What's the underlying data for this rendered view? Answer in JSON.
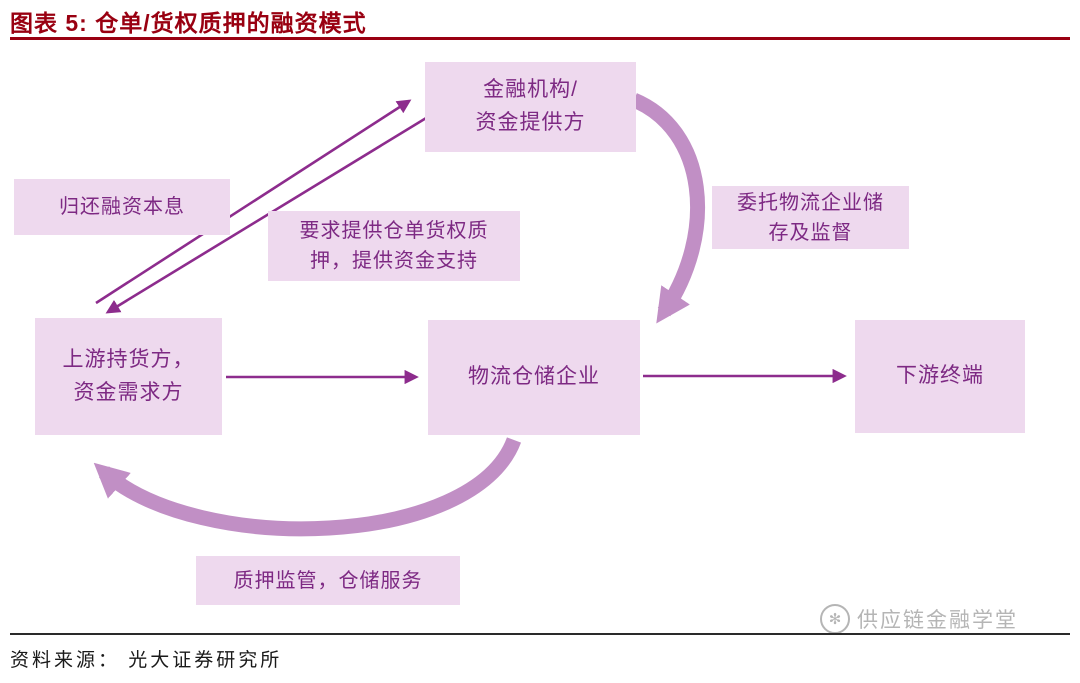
{
  "title": "图表 5: 仓单/货权质押的融资模式",
  "nodes": {
    "finance": {
      "line1": "金融机构/",
      "line2": "资金提供方"
    },
    "upstream": {
      "line1": "上游持货方，",
      "line2": "资金需求方"
    },
    "logistics": {
      "label": "物流仓储企业"
    },
    "downstream": {
      "label": "下游终端"
    }
  },
  "edge_labels": {
    "repay": "归还融资本息",
    "pledge": {
      "line1": "要求提供仓单货权质",
      "line2": "押，提供资金支持"
    },
    "entrust": {
      "line1": "委托物流企业储",
      "line2": "存及监督"
    },
    "supervise": "质押监管，仓储服务"
  },
  "edges": [
    {
      "from": "上游持货方，资金需求方",
      "to": "金融机构/资金提供方",
      "label": "归还融资本息"
    },
    {
      "from": "金融机构/资金提供方",
      "to": "上游持货方，资金需求方",
      "label": "要求提供仓单货权质押，提供资金支持"
    },
    {
      "from": "金融机构/资金提供方",
      "to": "物流仓储企业",
      "label": "委托物流企业储存及监督"
    },
    {
      "from": "上游持货方，资金需求方",
      "to": "物流仓储企业",
      "label": ""
    },
    {
      "from": "物流仓储企业",
      "to": "下游终端",
      "label": ""
    },
    {
      "from": "物流仓储企业",
      "to": "上游持货方，资金需求方",
      "label": "质押监管，仓储服务"
    }
  ],
  "footer": {
    "source": "资料来源： 光大证券研究所"
  },
  "watermark": {
    "text": "供应链金融学堂",
    "logo_glyph": "✻"
  },
  "colors": {
    "title": "#990011",
    "box_bg": "#eed9ee",
    "box_text": "#7d2983",
    "arrow": "#8d2c8d",
    "thick_arrow": "#c18fc5",
    "watermark": "#b5b5b5",
    "footer_text": "#1a1a1a",
    "footer_rule": "#2a2a2a"
  }
}
